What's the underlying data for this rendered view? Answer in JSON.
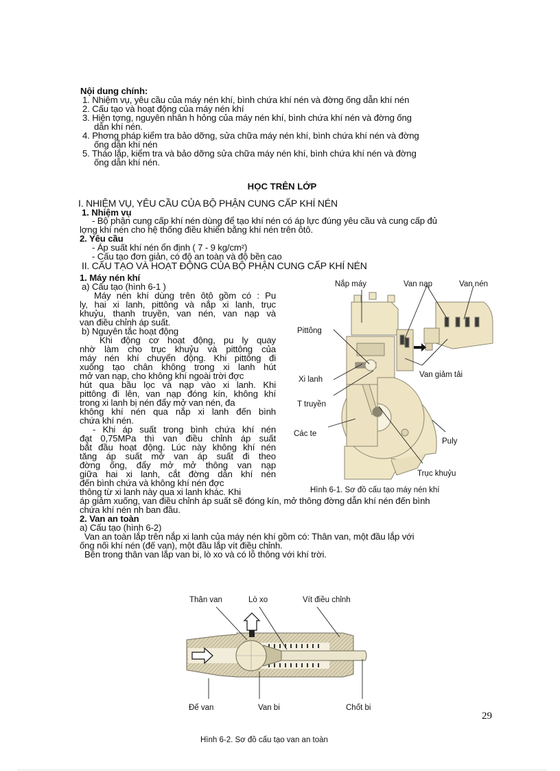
{
  "outline": {
    "title": "Nội dung chính:",
    "items": [
      [
        "1. Nhiệm vụ, yêu cầu của máy nén khí, bình chứa khí nén và đờng   ống dẫn khí nén"
      ],
      [
        "2. Cấu tạo và hoạt động của máy nén khí"
      ],
      [
        "3. Hiện tợng,   nguyên nhân h   hỏng của máy nén khí, bình chứa khí nén và đờng   ống",
        "dẫn khí nén."
      ],
      [
        "4. Phơng   pháp kiểm tra bảo dỡng,   sửa chữa máy nén khí, bình chứa khí nén và đờng",
        "ống dẫn khí nén"
      ],
      [
        "5. Tháo lắp, kiểm tra và bảo dỡng   sửa chữa máy nén khí, bình chứa khí nén và đờng",
        "ống dẫn khí nén."
      ]
    ]
  },
  "lesson_heading": "HỌC TRÊN LỚP",
  "section1": {
    "title": "I. NHIỆM VỤ, YÊU CẦU CỦA BỘ PHẬN CUNG CẤP KHÍ NÉN",
    "sub1_title": "1. Nhiệm vụ",
    "sub1_lines": [
      "- Bộ phận cung cấp khí nén dùng để tạo khí nén có áp lực đúng yêu cầu và cung cấp đủ",
      "lợng   khí nén cho hệ thống điều khiển bằng khí nén trên ôtô."
    ],
    "sub2_title": "2. Yêu cầu",
    "sub2_lines": [
      "- Áp suất khí nén ổn định ( 7 - 9 kg/cm²)",
      "- Cấu tạo đơn giản, có độ an toàn và độ bền cao"
    ]
  },
  "section2": {
    "title": "II. CẤU TẠO VÀ HOẠT ĐỘNG CỦA BỘ PHẬN CUNG CẤP KHÍ NÉN",
    "compressor": {
      "title": "1. Máy nén khí",
      "a_title": "a) Cấu tạo (hình 6-1 )",
      "a_lines": [
        "Máy nén khí dùng trên ôtô gồm có : Pu",
        "ly, hai xi lanh, pittông và nắp xi lanh, trục",
        "khuỷu, thanh truyền, van nén, van nạp và",
        "van điều chỉnh áp suất."
      ],
      "b_title": "b) Nguyên tắc hoạt động",
      "b_lines": [
        "Khi động cơ hoạt động, pu ly quay",
        "nhờ làm cho trục khuỷu và pittông của",
        "máy nén khí chuyển động. Khi pittông đi",
        "xuống tạo chân không trong xi lanh hút",
        "mở van nạp, cho không khí ngoài trời đợc",
        "hút qua bầu lọc và nạp vào xi lanh. Khi",
        "pittông đi lên, van nạp đóng kín, không khí",
        "trong xi lanh bị nén đẩy mở van nén, đa",
        "không khí nén qua nắp xi lanh đến bình",
        "chứa khí nén.",
        "- Khi áp suất trong bình chứa khí nén",
        "đạt 0,75MPa thì van điều chỉnh áp suất",
        "bắt đầu hoạt động. Lúc này không khí nén",
        "tăng áp suất mở van áp suất đi theo",
        "đờng   ống, đẩy mở mở thông van nạp",
        "giữa hai xi lanh, cắt đờng   dẫn khí nén",
        "đến bình chứa và không khí nén đợc",
        "thông từ xi lanh này qua xi lanh khác. Khi"
      ],
      "b_full_lines": [
        "áp giảm xuống, van điều chỉnh áp suất sẽ đóng kín, mở thông đờng   dẫn khí nén đến bình",
        "chứa khí nén nh   ban đầu."
      ]
    },
    "safety_valve": {
      "title": "2. Van an toàn",
      "a_title": "a) Cấu tạo (hình 6-2)",
      "lines": [
        "Van an toàn lắp trên nắp xi lanh của máy nén khí gồm có: Thân van, một  đầu lắp với",
        "ống nối khí nén (đế van), một đầu lắp vít điều chỉnh.",
        "Bên trong thân van lắp van bi, lò xo và có lỗ thông với khí trời."
      ]
    }
  },
  "figure_6_1": {
    "labels": {
      "nap_may": "Nắp máy",
      "van_nap": "Van nạp",
      "van_nen": "Van nén",
      "pittong": "Pittông",
      "van_giam_tai": "Van giảm tải",
      "xi_lanh": "Xi lanh",
      "t_truyen": "T truyền",
      "cac_te": "Các te",
      "puly": "Puly",
      "truc_khuyu": "Trục khuỷu"
    },
    "caption": "Hình  6-1. Sơ đồ cấu tạo máy nén khí",
    "colors": {
      "body": "#efe6c6",
      "outline": "#8a8670"
    }
  },
  "figure_6_2": {
    "labels": {
      "than_van": "Thân van",
      "lo_xo": "Lò xo",
      "vit_dieu_chinh": "Vít điều chỉnh",
      "de_van": "Đế van",
      "van_bi": "Van bi",
      "chot_bi": "Chốt bi"
    },
    "caption": "Hình  6-2. Sơ đồ cấu tạo van an toàn",
    "colors": {
      "body": "#e4dcc0",
      "ball": "#efe7cc"
    }
  },
  "page_number": "29"
}
